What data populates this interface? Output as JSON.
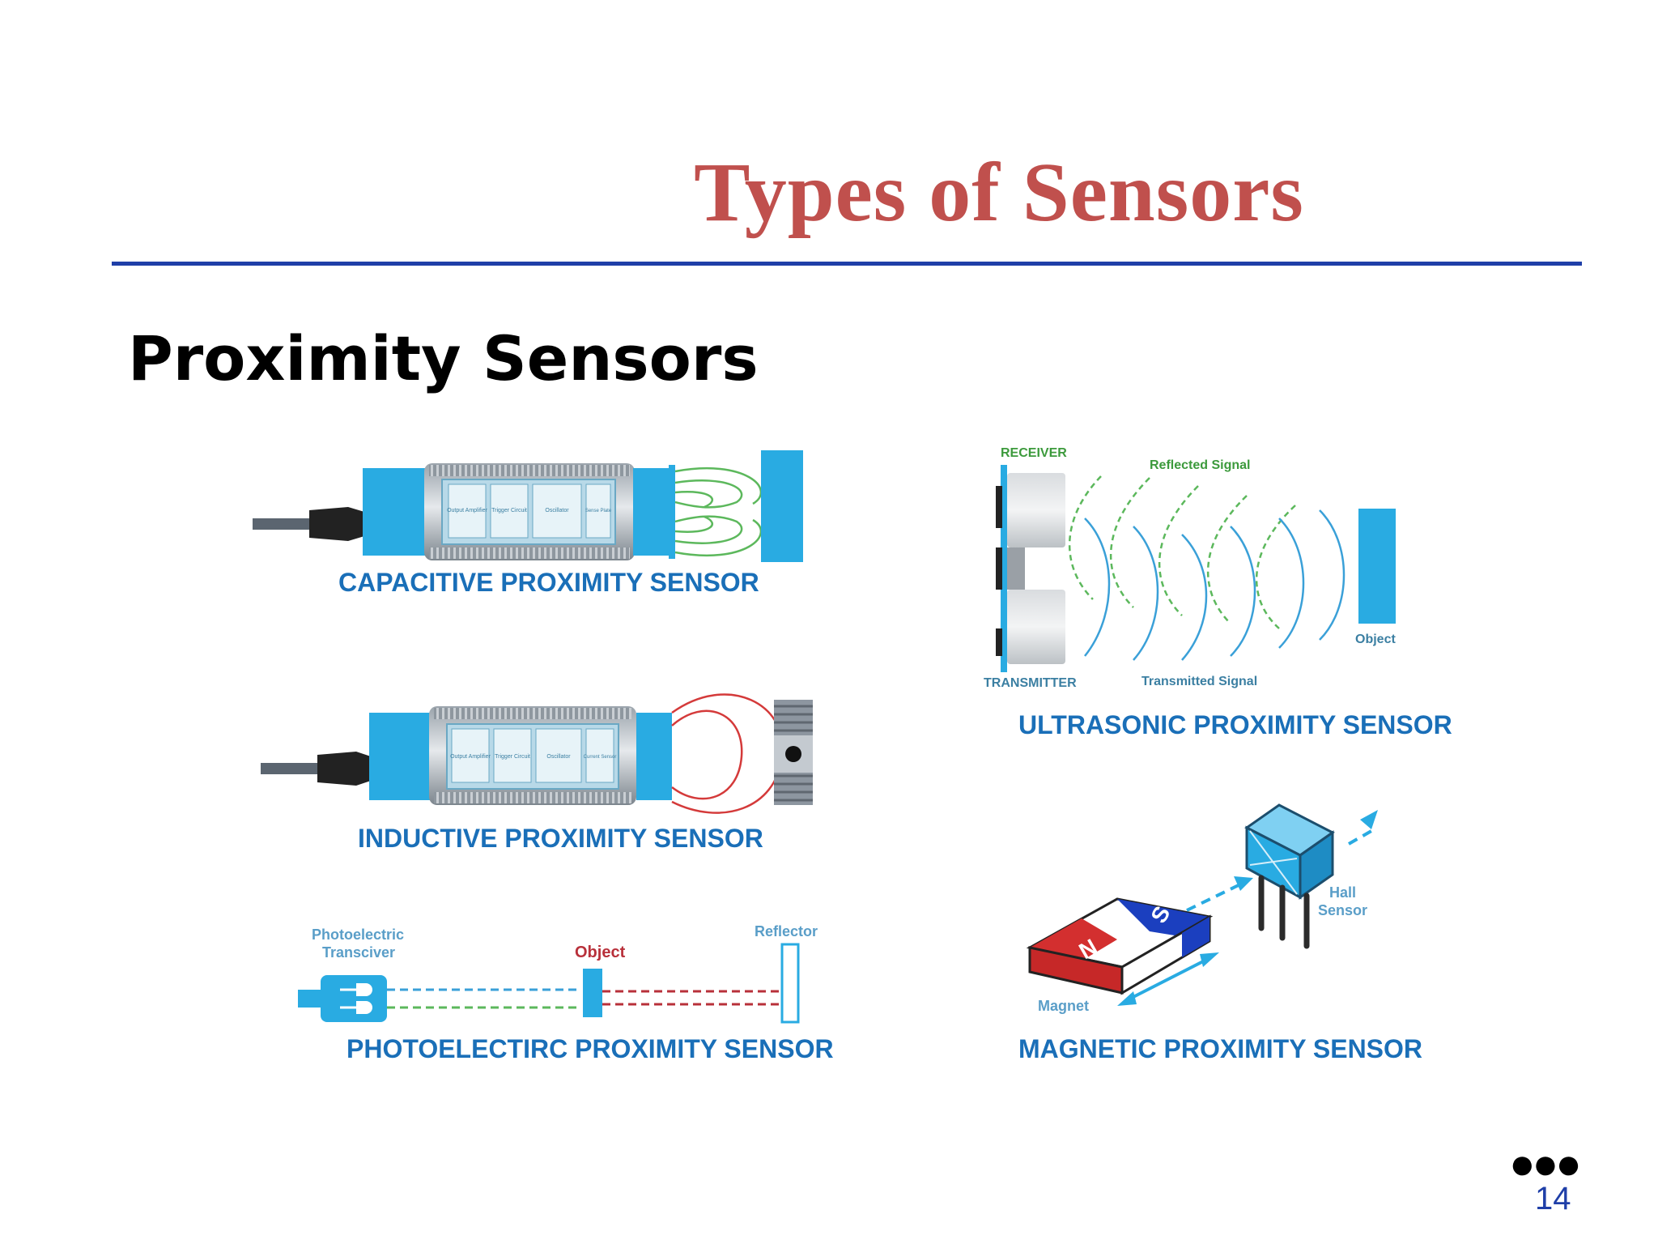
{
  "slide": {
    "title": "Types of Sensors",
    "section": "Proximity Sensors",
    "page_number": "14",
    "more_icon": "more-dots-icon"
  },
  "colors": {
    "title": "#c0504d",
    "rule": "#1f3fa8",
    "sensor_blue": "#29abe2",
    "caption_blue": "#1a6fb8",
    "field_red": "#d43a3a",
    "signal_green": "#5cb85c"
  },
  "diagrams": {
    "capacitive": {
      "caption": "CAPACITIVE PROXIMITY SENSOR",
      "blocks": [
        "Output Amplifier",
        "Trigger Circuit",
        "Oscillator",
        "Sense Plate"
      ]
    },
    "inductive": {
      "caption": "INDUCTIVE PROXIMITY SENSOR",
      "blocks": [
        "Output Amplifier",
        "Trigger Circuit",
        "Oscillator",
        "Current Sensor"
      ]
    },
    "photoelectric": {
      "caption": "PHOTOELECTIRC PROXIMITY SENSOR",
      "transceiver_label_1": "Photoelectric",
      "transceiver_label_2": "Transciver",
      "object_label": "Object",
      "reflector_label": "Reflector"
    },
    "ultrasonic": {
      "caption": "ULTRASONIC PROXIMITY SENSOR",
      "receiver_label": "RECEIVER",
      "transmitter_label": "TRANSMITTER",
      "reflected_label": "Reflected Signal",
      "transmitted_label": "Transmitted Signal",
      "object_label": "Object"
    },
    "magnetic": {
      "caption": "MAGNETIC PROXIMITY SENSOR",
      "magnet_label": "Magnet",
      "hall_label_1": "Hall",
      "hall_label_2": "Sensor",
      "north": "N",
      "south": "S"
    }
  }
}
